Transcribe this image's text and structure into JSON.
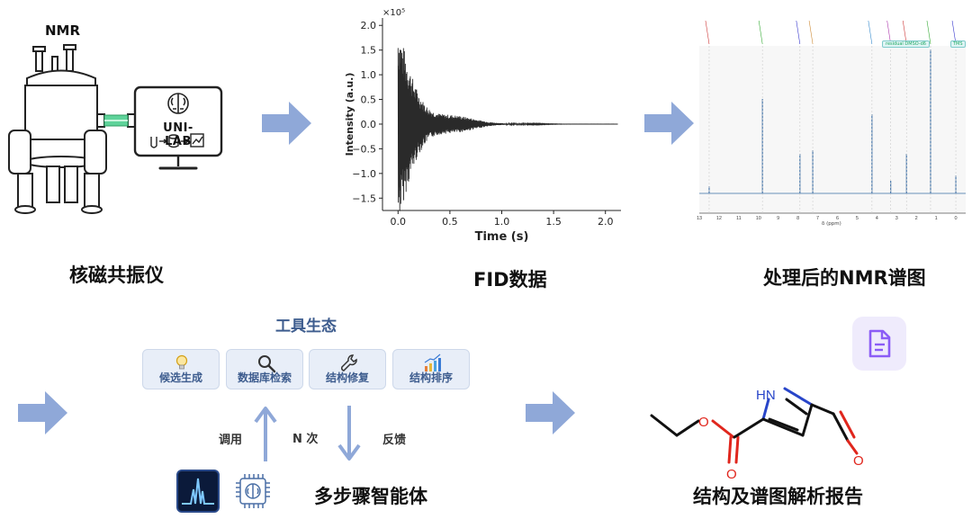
{
  "stage1": {
    "label": "NMR",
    "caption": "核磁共振仪",
    "screen_text": "UNI-LAB"
  },
  "stage2": {
    "caption": "FID数据"
  },
  "stage3": {
    "caption": "处理后的NMR谱图",
    "tags": [
      "residual DMSO-d6",
      "TMS"
    ],
    "xlabel": "δ (ppm)"
  },
  "tools": {
    "title": "工具生态",
    "items": [
      {
        "label": "候选生成",
        "icon": "lightbulb-icon"
      },
      {
        "label": "数据库检索",
        "icon": "magnifier-icon"
      },
      {
        "label": "结构修复",
        "icon": "wrench-icon"
      },
      {
        "label": "结构排序",
        "icon": "bar-chart-icon"
      }
    ],
    "call_label": "调用",
    "loop_label": "N 次",
    "feedback_label": "反馈"
  },
  "agent": {
    "caption": "多步骤智能体"
  },
  "report": {
    "caption": "结构及谱图解析报告",
    "nh_label": "HN",
    "o_label": "O"
  },
  "colors": {
    "arrow": "#8fa8d8",
    "accent": "#3d5c8e",
    "bond_red": "#e0261d",
    "bond_blue": "#2845c9",
    "purple": "#8b5cf6",
    "teal": "#5fd39a"
  },
  "chart_data": {
    "type": "line",
    "title": "",
    "xlabel": "Time (s)",
    "ylabel": "Intensity (a.u.)",
    "yscale_label": "×10⁵",
    "xlim": [
      -0.15,
      2.15
    ],
    "ylim": [
      -1.75,
      2.15
    ],
    "xticks": [
      0.0,
      0.5,
      1.0,
      1.5,
      2.0
    ],
    "xtick_labels": [
      "0.0",
      "0.5",
      "1.0",
      "1.5",
      "2.0"
    ],
    "yticks": [
      -1.5,
      -1.0,
      -0.5,
      0.0,
      0.5,
      1.0,
      1.5,
      2.0
    ],
    "ytick_labels": [
      "−1.5",
      "−1.0",
      "−0.5",
      "0.0",
      "0.5",
      "1.0",
      "1.5",
      "2.0"
    ],
    "signal": {
      "x_start": 0.0,
      "x_end": 2.12,
      "peak_amplitude": 2.0,
      "decay_time_s": 0.25
    }
  }
}
